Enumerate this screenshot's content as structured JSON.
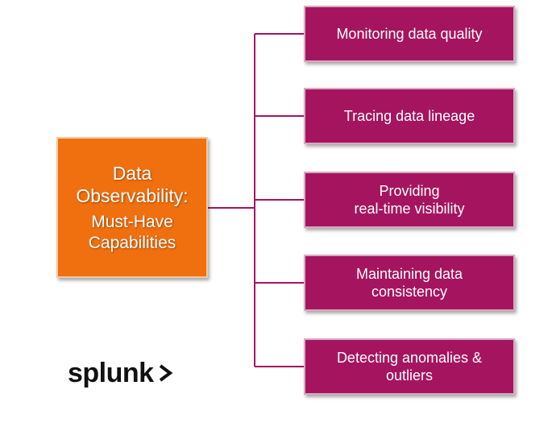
{
  "root": {
    "title_lines": [
      "Data",
      "Observability:"
    ],
    "subtitle_lines": [
      "Must-Have",
      "Capabilities"
    ]
  },
  "capabilities": [
    {
      "lines": [
        "Monitoring data quality"
      ]
    },
    {
      "lines": [
        "Tracing data lineage"
      ]
    },
    {
      "lines": [
        "Providing",
        "real-time visibility"
      ]
    },
    {
      "lines": [
        "Maintaining data",
        "consistency"
      ]
    },
    {
      "lines": [
        "Detecting anomalies &",
        "outliers"
      ]
    }
  ],
  "logo": {
    "text": "splunk",
    "mark": "chevron-right-icon"
  },
  "colors": {
    "root_fill": "#f07010",
    "capability_fill": "#a5155f",
    "connector": "#a5155f"
  }
}
